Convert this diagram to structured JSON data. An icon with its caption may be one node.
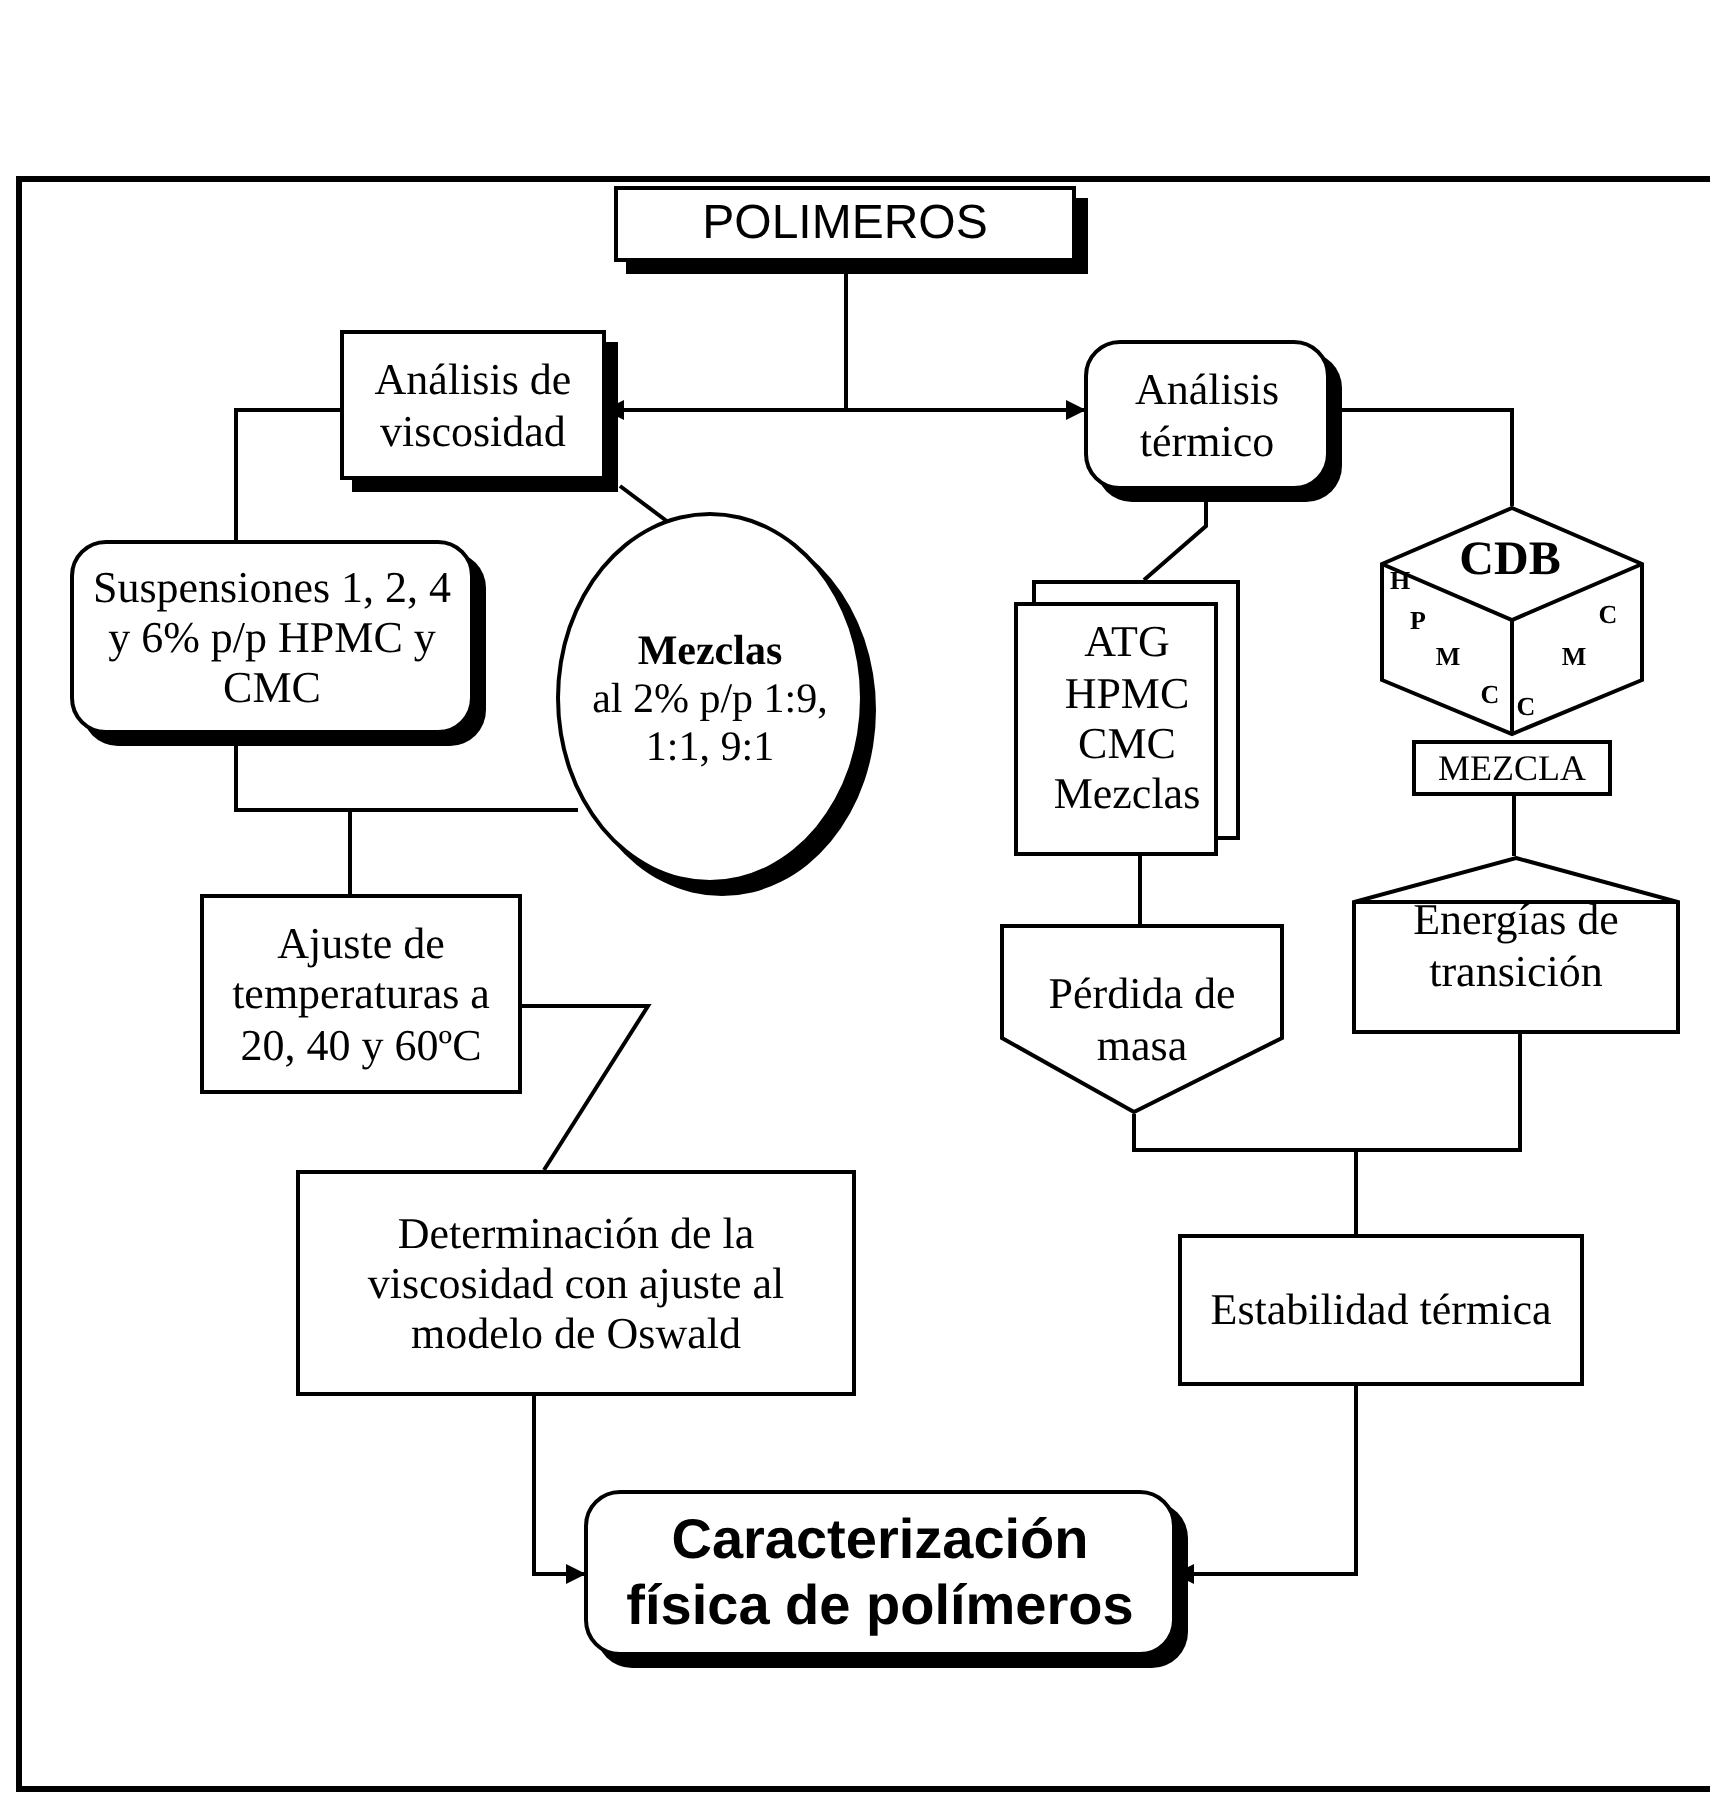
{
  "diagram": {
    "nodes": [
      {
        "text": [
          "POLIMEROS"
        ]
      },
      {
        "text": [
          "Análisis de viscosidad"
        ]
      },
      {
        "text": [
          "Análisis térmico"
        ]
      },
      {
        "text": [
          "Suspensiones 1, 2, 4 y 6% p/p HPMC y CMC"
        ]
      },
      {
        "text": [
          "Mezclas",
          "al 2% p/p 1:9, 1:1, 9:1"
        ]
      },
      {
        "text": [
          "ATG",
          "HPMC CMC Mezclas"
        ]
      },
      {
        "text": [
          "CDB",
          "H",
          "P",
          "M",
          "C",
          "C",
          "M",
          "C"
        ]
      },
      {
        "text": [
          "MEZCLA"
        ]
      },
      {
        "text": [
          "Pérdida de masa"
        ]
      },
      {
        "text": [
          "Energías de transición"
        ]
      },
      {
        "text": [
          "Ajuste de temperaturas a 20, 40 y 60ºC"
        ]
      },
      {
        "text": [
          "Determinación de la viscosidad con ajuste al modelo de Oswald"
        ]
      },
      {
        "text": [
          "Estabilidad térmica"
        ]
      },
      {
        "text": [
          "Caracterización física de polímeros"
        ]
      }
    ],
    "edges": [
      {
        "from": 0,
        "to": 1,
        "arrow": "to"
      },
      {
        "from": 0,
        "to": 2,
        "arrow": "to"
      },
      {
        "from": 1,
        "to": 3,
        "arrow": "none"
      },
      {
        "from": 1,
        "to": 4,
        "arrow": "none"
      },
      {
        "from": 3,
        "to": 10,
        "arrow": "none"
      },
      {
        "from": 4,
        "to": 10,
        "arrow": "none"
      },
      {
        "from": 10,
        "to": 11,
        "arrow": "none"
      },
      {
        "from": 11,
        "to": 13,
        "arrow": "to"
      },
      {
        "from": 2,
        "to": 5,
        "arrow": "none"
      },
      {
        "from": 2,
        "to": 6,
        "arrow": "none"
      },
      {
        "from": 7,
        "to": 9,
        "arrow": "none"
      },
      {
        "from": 5,
        "to": 8,
        "arrow": "none"
      },
      {
        "from": 8,
        "to": 12,
        "arrow": "none"
      },
      {
        "from": 9,
        "to": 12,
        "arrow": "none"
      },
      {
        "from": 12,
        "to": 13,
        "arrow": "to"
      }
    ]
  }
}
